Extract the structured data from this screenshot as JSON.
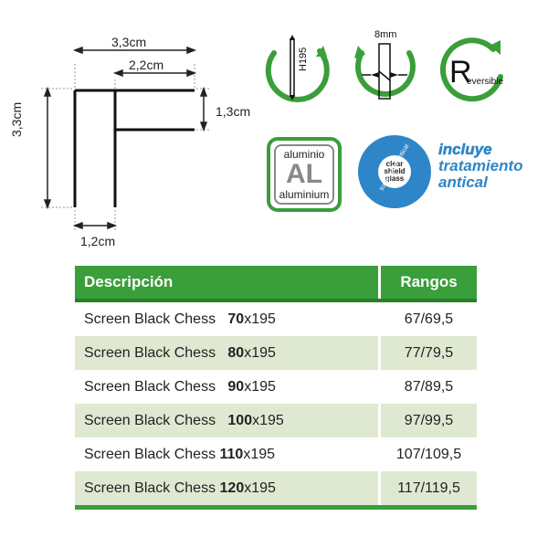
{
  "dimensions": {
    "top_width": "3,3cm",
    "inner_width": "2,2cm",
    "right_height": "1,3cm",
    "left_height": "3,3cm",
    "bottom_width": "1,2cm"
  },
  "badges": {
    "height_label": "H195",
    "thickness_label": "8mm",
    "reversible_initial": "R",
    "reversible_rest": "eversible",
    "material_top": "aluminio",
    "material_symbol": "AL",
    "material_bottom": "aluminium",
    "antical_ring": "tratamiento antical",
    "antical_center": [
      "clear",
      "shield",
      "glass"
    ],
    "antical_headline": [
      "incluye",
      "tratamiento",
      "antical"
    ]
  },
  "colors": {
    "brand_green": "#3a9e3a",
    "row_alt": "#dfe9d2",
    "antical_blue": "#2e86c8"
  },
  "table": {
    "headers": [
      "Descripción",
      "Rangos"
    ],
    "rows": [
      {
        "name": "Screen Black Chess",
        "size": "70",
        "suffix": "x195",
        "range": "67/69,5"
      },
      {
        "name": "Screen Black Chess",
        "size": "80",
        "suffix": "x195",
        "range": "77/79,5"
      },
      {
        "name": "Screen Black Chess",
        "size": "90",
        "suffix": "x195",
        "range": "87/89,5"
      },
      {
        "name": "Screen Black Chess",
        "size": "100",
        "suffix": "x195",
        "range": "97/99,5"
      },
      {
        "name": "Screen Black Chess",
        "size": "110",
        "suffix": "x195",
        "range": "107/109,5"
      },
      {
        "name": "Screen Black Chess",
        "size": "120",
        "suffix": "x195",
        "range": "117/119,5"
      }
    ]
  }
}
